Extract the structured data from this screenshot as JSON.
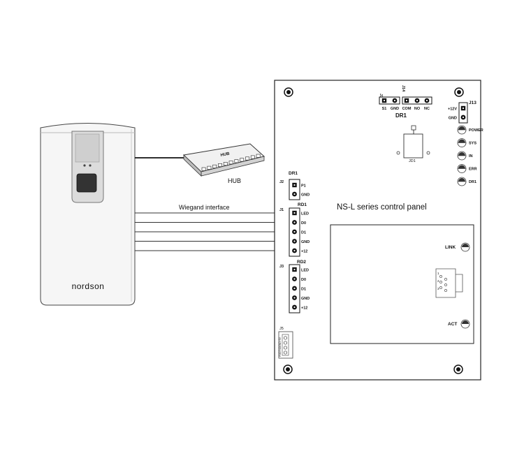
{
  "reader": {
    "brand": "nordson"
  },
  "hub": {
    "label": "HUB",
    "device_text": "HUB"
  },
  "wiring": {
    "label": "Wiegand interface"
  },
  "panel": {
    "title": "NS-L series control panel",
    "dr1_top": "DR1",
    "dr1_left": "DR1",
    "j15": "J15",
    "j14": "J14",
    "j13": "J13",
    "j2": "J2",
    "j1": "J1",
    "j3": "J3",
    "j5": "J5",
    "jd1": "JD1",
    "rd1": "RD1",
    "rd2": "RD2",
    "top_pins": [
      "S1",
      "GND",
      "COM",
      "NO",
      "NC"
    ],
    "power_pins": [
      "+12V",
      "GND"
    ],
    "dr1_pins": [
      "P1",
      "GND"
    ],
    "rd1_pins": [
      "LED",
      "D0",
      "D1",
      "GND",
      "+12"
    ],
    "rd2_pins": [
      "LED",
      "D0",
      "D1",
      "GND",
      "+12"
    ],
    "leds": [
      "POWER",
      "SYS",
      "IN",
      "ERR",
      "DR1"
    ],
    "j5_pins": [
      "+5V",
      "GND",
      "TXD",
      "RXD"
    ],
    "network": {
      "link": "LINK",
      "act": "ACT",
      "rj_pins": [
        "1",
        "2",
        "3"
      ]
    }
  }
}
